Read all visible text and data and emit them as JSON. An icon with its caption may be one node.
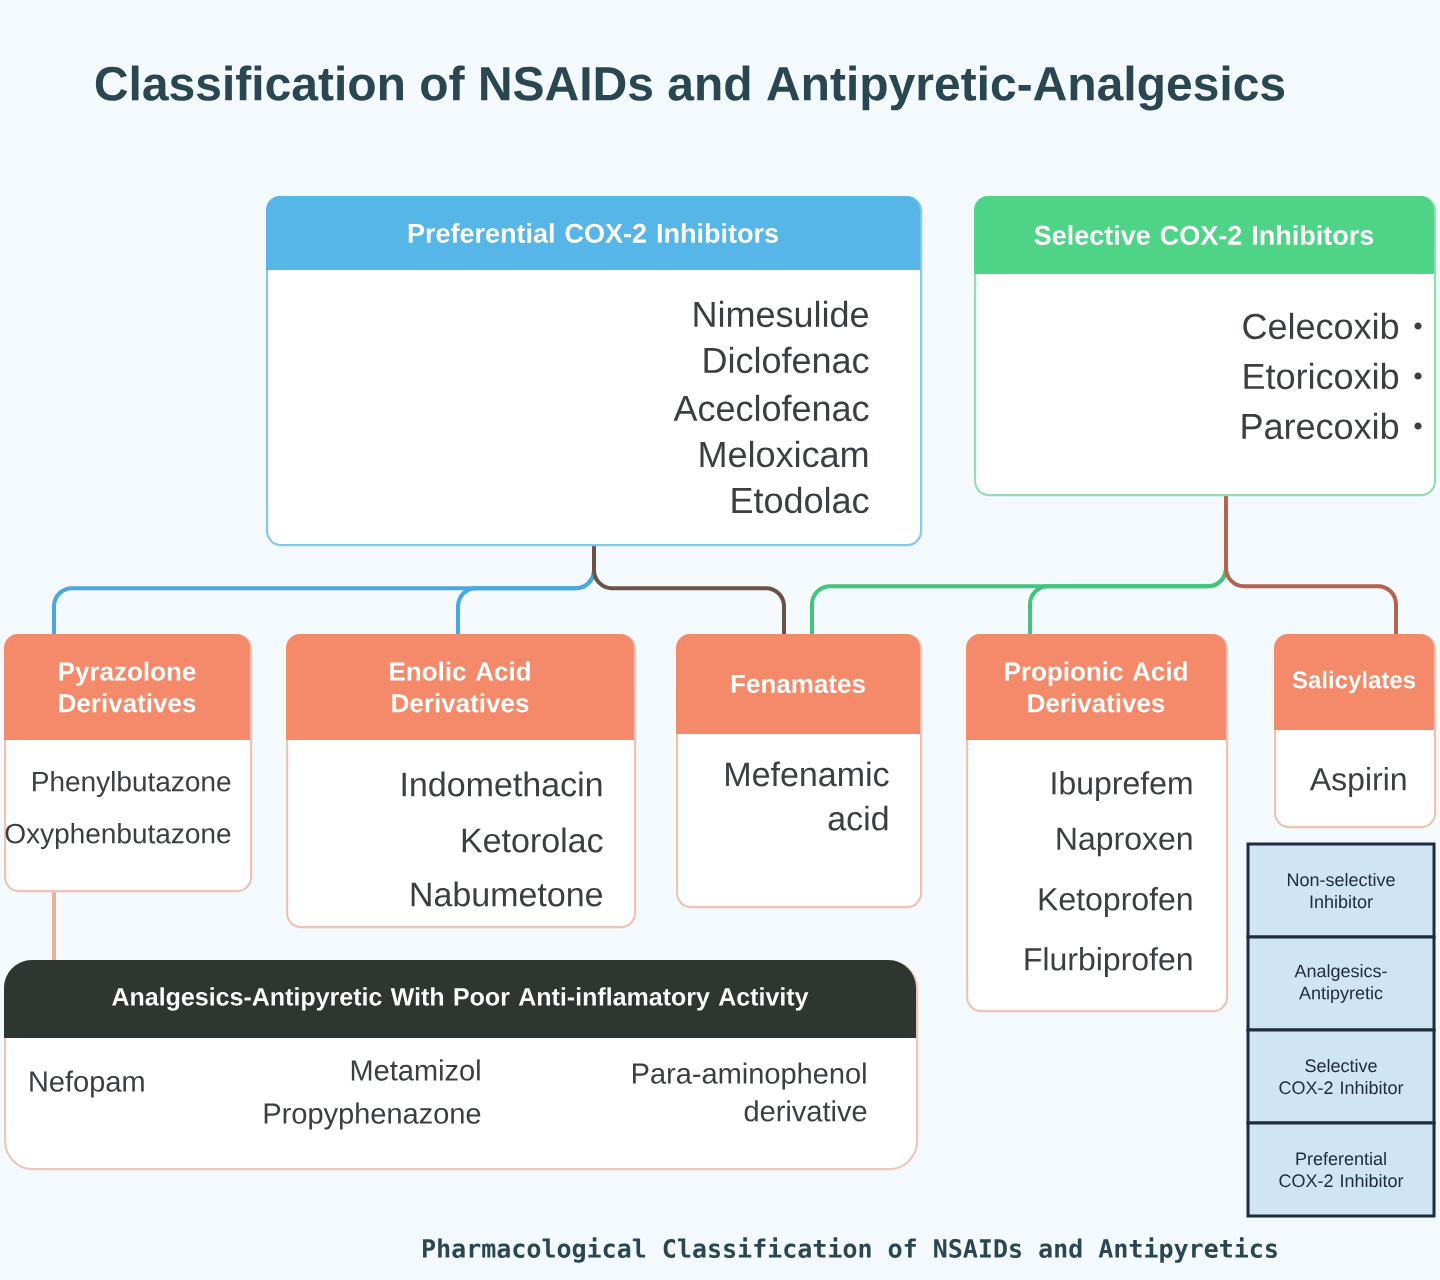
{
  "diagram": {
    "title": "Classification of NSAIDs and Antipyretic-Analgesics",
    "caption": "Pharmacological Classification of NSAIDs and Antipyretics",
    "nodes": [
      {
        "text": [
          "Preferential COX-2 Inhibitors",
          "Nimesulide",
          "Diclofenac",
          "Aceclofenac",
          "Meloxicam",
          "Etodolac"
        ]
      },
      {
        "text": [
          "Selective COX-2 Inhibitors",
          "Celecoxib",
          "Etoricoxib",
          "Parecoxib"
        ]
      },
      {
        "text": [
          "Pyrazolone Derivatives",
          "Phenylbutazone",
          "Oxyphenbutazone"
        ]
      },
      {
        "text": [
          "Enolic Acid Derivatives",
          "Indomethacin",
          "Ketorolac",
          "Nabumetone"
        ]
      },
      {
        "text": [
          "Fenamates",
          "Mefenamic acid"
        ]
      },
      {
        "text": [
          "Propionic Acid Derivatives",
          "Ibuprefem",
          "Naproxen",
          "Ketoprofen",
          "Flurbiprofen"
        ]
      },
      {
        "text": [
          "Salicylates",
          "Aspirin"
        ]
      },
      {
        "text": [
          "Analgesics-Antipyretic With Poor Anti-inflamatory Activity",
          "Nefopam",
          "Metamizol",
          "Propyphenazone",
          "Para-aminophenol derivative"
        ]
      }
    ],
    "edges": [
      {
        "from": 0,
        "to": 2,
        "arrow": "none",
        "color": "#4aa8dc"
      },
      {
        "from": 0,
        "to": 3,
        "arrow": "none",
        "color": "#4aa8dc"
      },
      {
        "from": 0,
        "to": 4,
        "arrow": "none",
        "color": "#6b5246"
      },
      {
        "from": 1,
        "to": 4,
        "arrow": "none",
        "color": "#43c47c"
      },
      {
        "from": 1,
        "to": 5,
        "arrow": "none",
        "color": "#43c47c"
      },
      {
        "from": 1,
        "to": 6,
        "arrow": "none",
        "color": "#b4634f"
      },
      {
        "from": 2,
        "to": 7,
        "arrow": "none",
        "color": "#e6b49c"
      }
    ],
    "labels": [
      "Non-selective Inhibitor",
      "Analgesics-Antipyretic",
      "Selective COX-2 Inhibitor",
      "Preferential COX-2 Inhibitor"
    ]
  }
}
